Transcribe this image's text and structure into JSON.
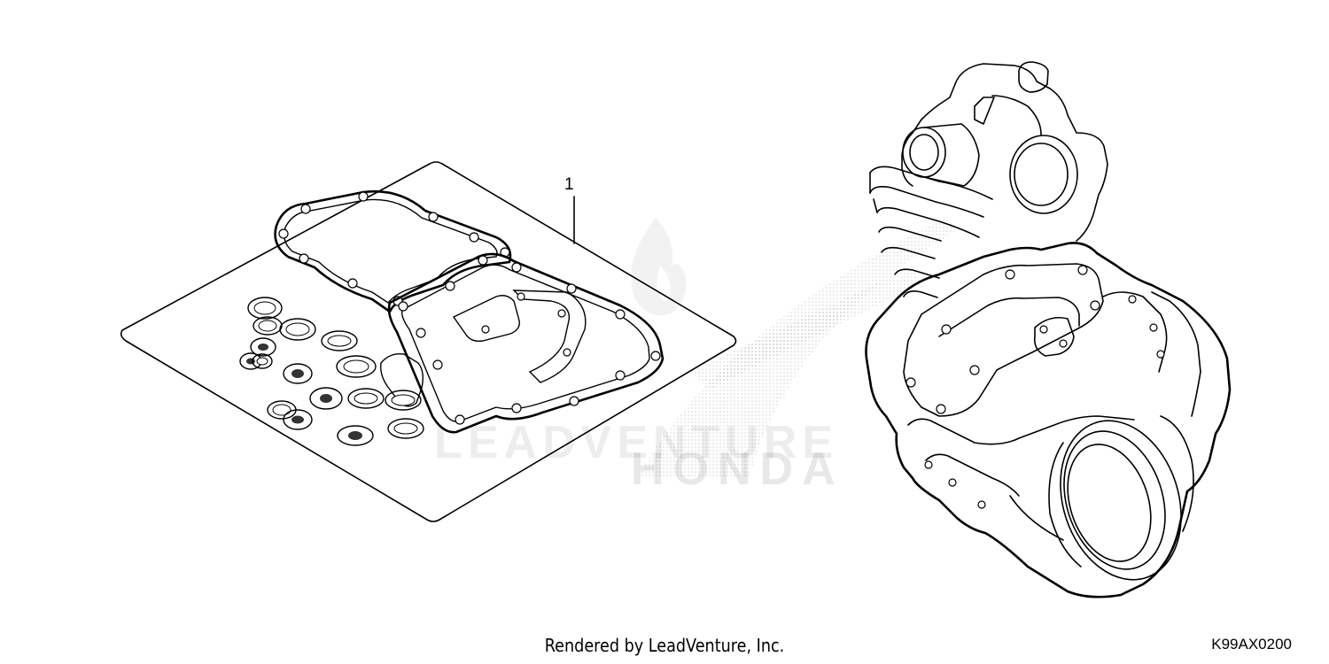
{
  "diagram": {
    "callout": "1",
    "credit": "Rendered by LeadVenture, Inc.",
    "diagram_code": "K99AX0200",
    "watermark_lead": "LEADVENTURE",
    "watermark_brand": "HONDA"
  }
}
